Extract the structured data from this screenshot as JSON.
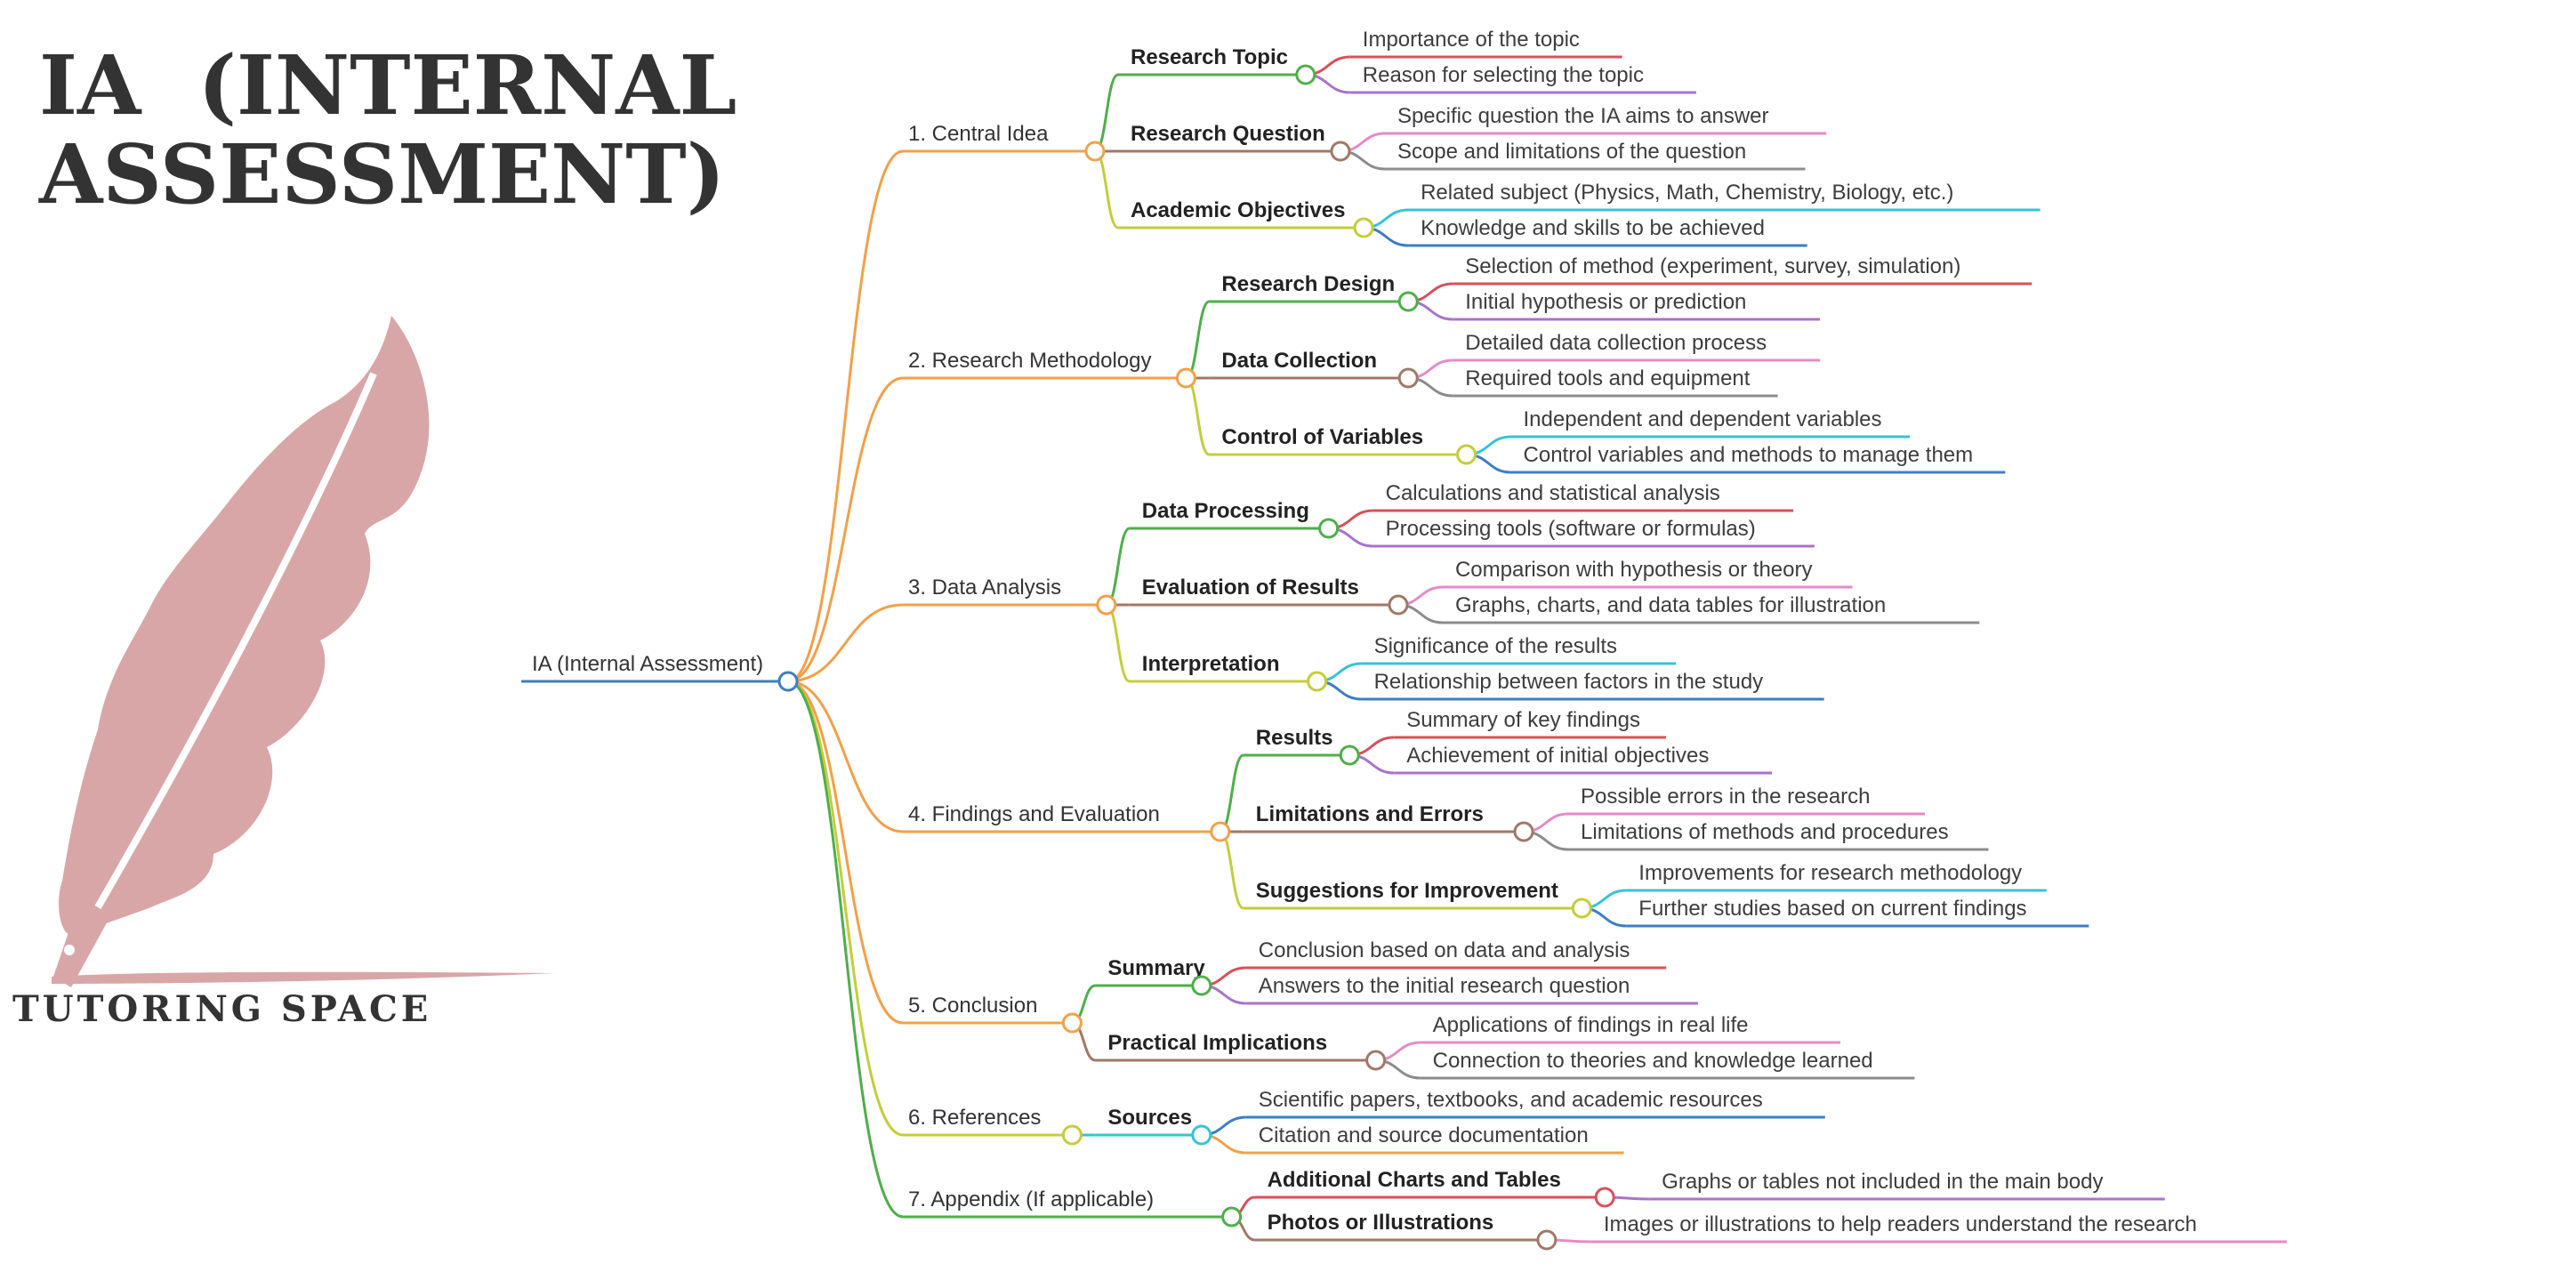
{
  "colors": {
    "title": "#7a0f12",
    "brand": "#f0a13a",
    "feather": "#d9a6a8",
    "root": "#3f7fbf",
    "branch_orange": "#f2a04a",
    "sub_green": "#4fae4a",
    "sub_brown": "#a07868",
    "sub_lime": "#c4cd3c",
    "sub_cyan": "#37c3d4",
    "sub_red": "#d7505a",
    "branch_green": "#4fae4a",
    "leaf_red": "#d7505a",
    "leaf_purple": "#a874c9",
    "leaf_pink": "#e58bc7",
    "leaf_gray": "#8c8c8c",
    "leaf_cyan": "#37c3d4",
    "leaf_blue": "#3b7fc4",
    "leaf_orange": "#f2a04a"
  },
  "header": {
    "title_line1": "IA  (INTERNAL",
    "title_line2": "ASSESSMENT)",
    "brand": "TUTORING SPACE",
    "logo_icon": "quill-pen-icon"
  },
  "mindmap": {
    "root": "IA (Internal Assessment)",
    "branches": [
      {
        "label": "1. Central Idea",
        "children": [
          {
            "label": "Research Topic",
            "leaves": [
              "Importance of the topic",
              "Reason for selecting the topic"
            ]
          },
          {
            "label": "Research Question",
            "leaves": [
              "Specific question the IA aims to answer",
              "Scope and limitations of the question"
            ]
          },
          {
            "label": "Academic Objectives",
            "leaves": [
              "Related subject (Physics, Math, Chemistry, Biology, etc.)",
              "Knowledge and skills to be achieved"
            ]
          }
        ]
      },
      {
        "label": "2. Research Methodology",
        "children": [
          {
            "label": "Research Design",
            "leaves": [
              "Selection of method (experiment, survey, simulation)",
              "Initial hypothesis or prediction"
            ]
          },
          {
            "label": "Data Collection",
            "leaves": [
              "Detailed data collection process",
              "Required tools and equipment"
            ]
          },
          {
            "label": "Control of Variables",
            "leaves": [
              "Independent and dependent variables",
              "Control variables and methods to manage them"
            ]
          }
        ]
      },
      {
        "label": "3. Data Analysis",
        "children": [
          {
            "label": "Data Processing",
            "leaves": [
              "Calculations and statistical analysis",
              "Processing tools (software or formulas)"
            ]
          },
          {
            "label": "Evaluation of Results",
            "leaves": [
              "Comparison with hypothesis or theory",
              "Graphs, charts, and data tables for illustration"
            ]
          },
          {
            "label": "Interpretation",
            "leaves": [
              "Significance of the results",
              "Relationship between factors in the study"
            ]
          }
        ]
      },
      {
        "label": "4. Findings and Evaluation",
        "children": [
          {
            "label": "Results",
            "leaves": [
              "Summary of key findings",
              "Achievement of initial objectives"
            ]
          },
          {
            "label": "Limitations and Errors",
            "leaves": [
              "Possible errors in the research",
              "Limitations of methods and procedures"
            ]
          },
          {
            "label": "Suggestions for Improvement",
            "leaves": [
              "Improvements for research methodology",
              "Further studies based on current findings"
            ]
          }
        ]
      },
      {
        "label": "5. Conclusion",
        "children": [
          {
            "label": "Summary",
            "leaves": [
              "Conclusion based on data and analysis",
              "Answers to the initial research question"
            ]
          },
          {
            "label": "Practical Implications",
            "leaves": [
              "Applications of findings in real life",
              "Connection to theories and knowledge learned"
            ]
          }
        ]
      },
      {
        "label": "6. References",
        "children": [
          {
            "label": "Sources",
            "leaves": [
              "Scientific papers, textbooks, and academic resources",
              "Citation and source documentation"
            ]
          }
        ]
      },
      {
        "label": "7. Appendix (If applicable)",
        "children": [
          {
            "label": "Additional Charts and Tables",
            "leaves": [
              "Graphs or tables not included in the main body"
            ]
          },
          {
            "label": "Photos or Illustrations",
            "leaves": [
              "Images or illustrations to help readers understand the research"
            ]
          }
        ]
      }
    ]
  }
}
